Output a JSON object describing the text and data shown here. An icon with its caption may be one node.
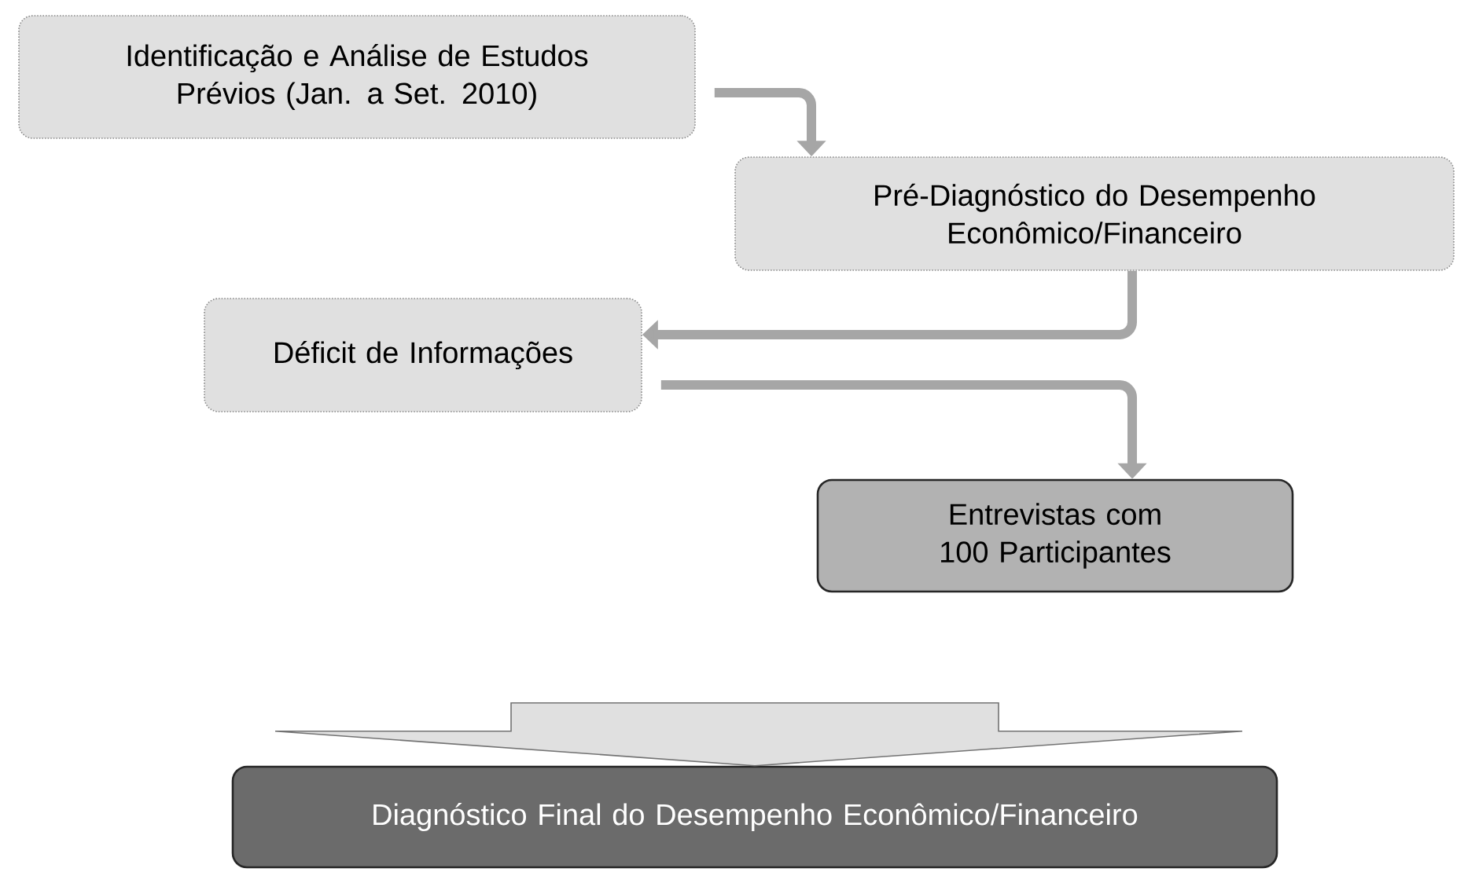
{
  "diagram": {
    "nodes": [
      {
        "text": [
          "Identificação e Análise de Estudos Prévios (Jan. a Set. 2010)"
        ]
      },
      {
        "text": [
          "Pré-Diagnóstico do Desempenho Econômico/Financeiro"
        ]
      },
      {
        "text": [
          "Déficit de Informações"
        ]
      },
      {
        "text": [
          "Entrevistas com 100 Participantes"
        ]
      },
      {
        "text": [
          "Diagnóstico Final do Desempenho Econômico/Financeiro"
        ]
      }
    ],
    "edges": [
      {
        "from": 0,
        "to": 1,
        "arrow": "to"
      },
      {
        "from": 1,
        "to": 2,
        "arrow": "to"
      },
      {
        "from": 2,
        "to": 3,
        "arrow": "to"
      },
      {
        "from": null,
        "to": 4,
        "arrow": "to"
      }
    ]
  }
}
